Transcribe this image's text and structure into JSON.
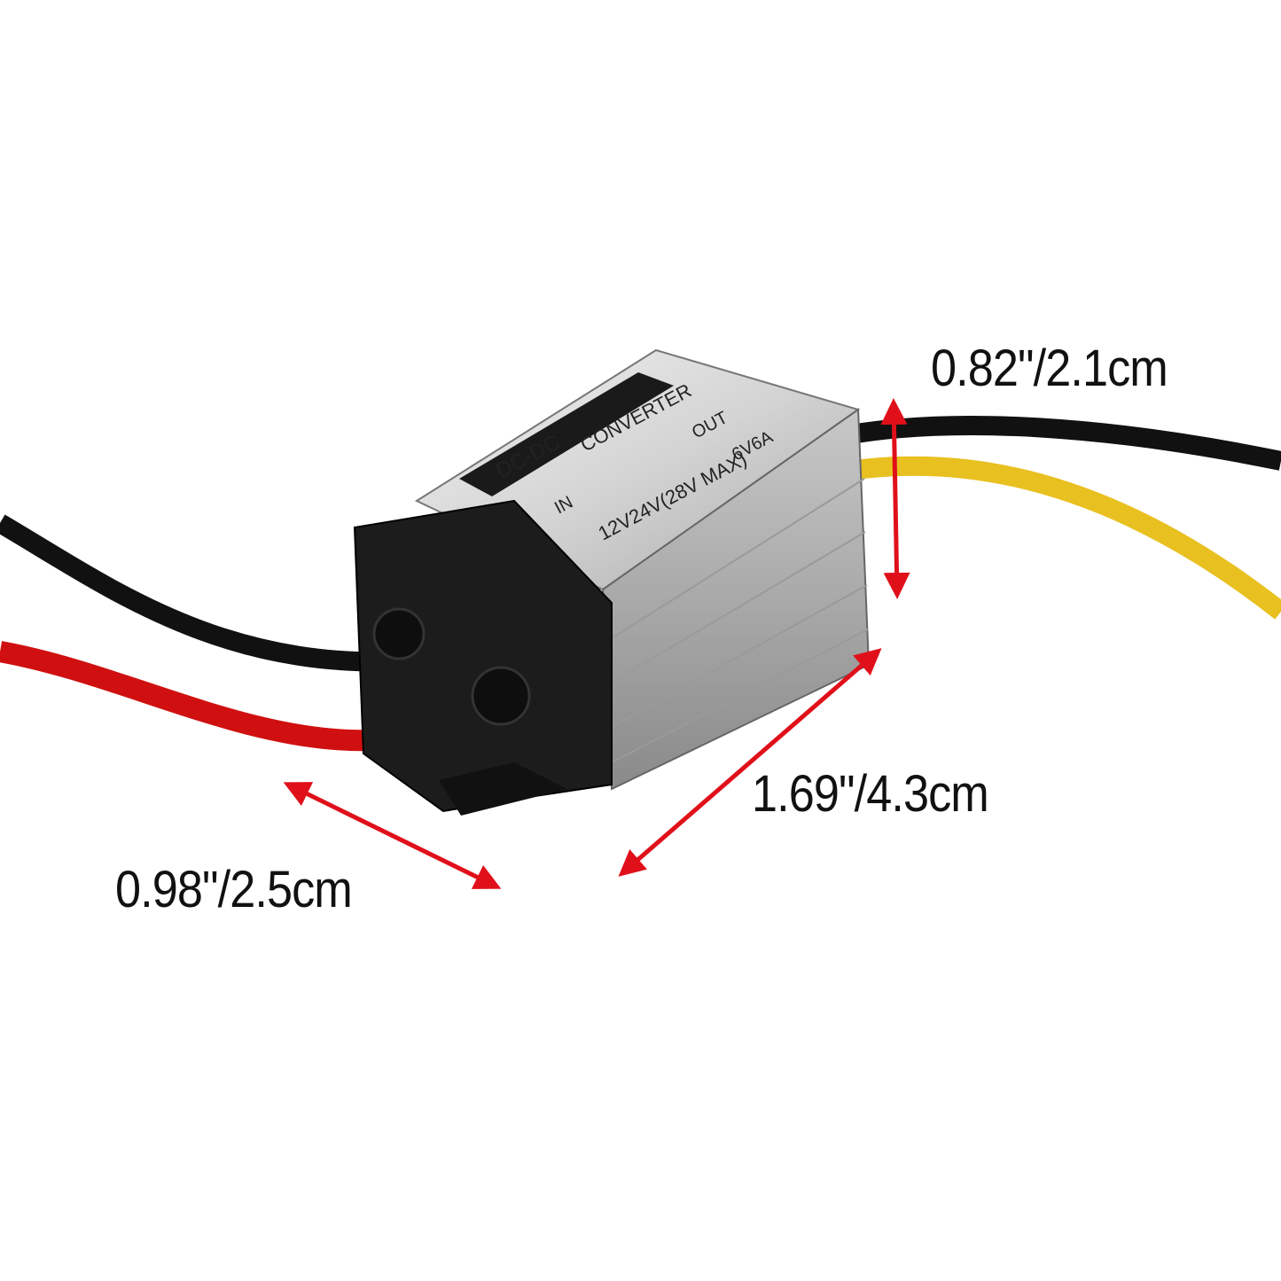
{
  "product": {
    "label_lines": {
      "title": "DC-DC",
      "converter": "CONVERTER",
      "in": "IN",
      "out": "OUT",
      "input_spec": "12V24V(28V MAX)",
      "output_spec": "6V6A"
    },
    "wire_colors": {
      "input_negative": "#111111",
      "input_positive": "#d01010",
      "output_negative": "#111111",
      "output_positive": "#e8c020"
    }
  },
  "dimensions": {
    "height": "0.82\"/2.1cm",
    "length": "1.69\"/4.3cm",
    "width": "0.98\"/2.5cm"
  },
  "arrow_color": "#e0101a"
}
